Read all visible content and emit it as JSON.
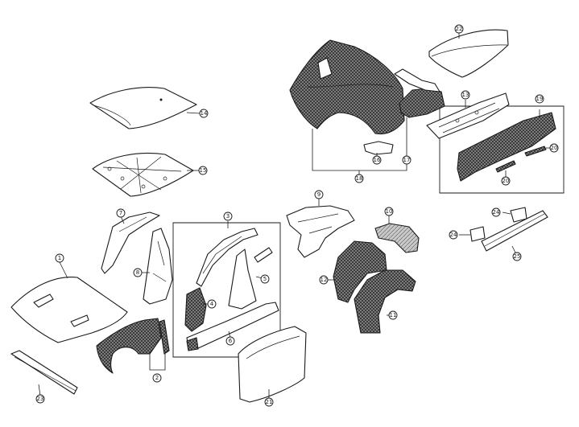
{
  "callouts": {
    "c1": "1",
    "c2": "2",
    "c3": "3",
    "c4": "4",
    "c5": "5",
    "c6": "6",
    "c7": "7",
    "c8": "8",
    "c9": "9",
    "c10": "10",
    "c11": "11",
    "c12": "12",
    "c13": "13",
    "c14": "14",
    "c15": "15",
    "c16": "16",
    "c17": "17",
    "c18": "18",
    "c19": "19",
    "c20a": "20",
    "c20b": "20",
    "c21": "21",
    "c22": "22",
    "c23": "23",
    "c24a": "24",
    "c24b": "24",
    "c25": "25"
  },
  "style": {
    "line_color": "#1a1a1a",
    "background": "#ffffff"
  }
}
